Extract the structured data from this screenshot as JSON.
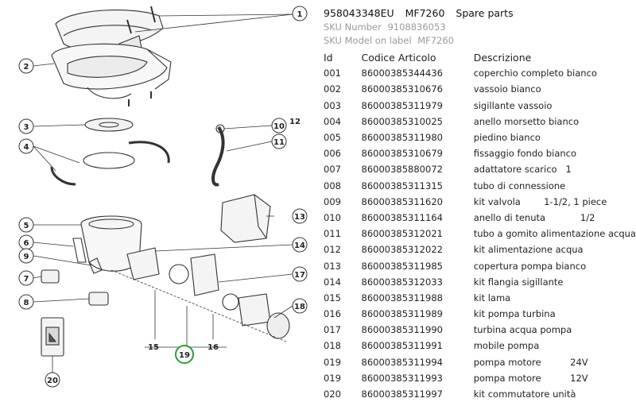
{
  "header": {
    "code": "958043348EU",
    "model": "MF7260",
    "subtitle": "Spare parts",
    "sku_number_label": "SKU Number",
    "sku_number": "9108836053",
    "sku_model_label": "SKU Model on label",
    "sku_model": "MF7260"
  },
  "table": {
    "columns": [
      "Id",
      "Codice Articolo",
      "Descrizione"
    ],
    "rows": [
      {
        "id": "001",
        "code": "86000385344436",
        "desc": "coperchio completo bianco"
      },
      {
        "id": "002",
        "code": "86000385310676",
        "desc": "vassoio bianco"
      },
      {
        "id": "003",
        "code": "86000385311979",
        "desc": "sigillante vassoio"
      },
      {
        "id": "004",
        "code": "86000385310025",
        "desc": "anello morsetto bianco"
      },
      {
        "id": "005",
        "code": "86000385311980",
        "desc": "piedino bianco"
      },
      {
        "id": "006",
        "code": "86000385310679",
        "desc": "fissaggio fondo bianco"
      },
      {
        "id": "007",
        "code": "86000385880072",
        "desc": "adattatore scarico   1"
      },
      {
        "id": "008",
        "code": "86000385311315",
        "desc": "tubo di connessione"
      },
      {
        "id": "009",
        "code": "86000385311620",
        "desc": "kit valvola        1-1/2, 1 piece"
      },
      {
        "id": "010",
        "code": "86000385311164",
        "desc": "anello di tenuta            1/2"
      },
      {
        "id": "011",
        "code": "86000385312021",
        "desc": "tubo a gomito alimentazione acqua"
      },
      {
        "id": "012",
        "code": "86000385312022",
        "desc": "kit alimentazione acqua"
      },
      {
        "id": "013",
        "code": "86000385311985",
        "desc": "copertura pompa bianco"
      },
      {
        "id": "014",
        "code": "86000385312033",
        "desc": "kit flangia sigillante"
      },
      {
        "id": "015",
        "code": "86000385311988",
        "desc": "kit lama"
      },
      {
        "id": "016",
        "code": "86000385311989",
        "desc": "kit pompa turbina"
      },
      {
        "id": "017",
        "code": "86000385311990",
        "desc": "turbina acqua pompa"
      },
      {
        "id": "018",
        "code": "86000385311991",
        "desc": "mobile pompa"
      },
      {
        "id": "019",
        "code": "86000385311994",
        "desc": "pompa motore          24V"
      },
      {
        "id": "019",
        "code": "86000385311993",
        "desc": "pompa motore          12V"
      },
      {
        "id": "020",
        "code": "86000385311997",
        "desc": "kit commutatore unità"
      }
    ]
  },
  "callouts": [
    "1",
    "2",
    "3",
    "4",
    "5",
    "6",
    "7",
    "8",
    "9",
    "10",
    "11",
    "12",
    "13",
    "14",
    "15",
    "16",
    "17",
    "18",
    "19",
    "20"
  ],
  "colors": {
    "highlight": "#2e9a3a",
    "line": "#333333",
    "sku_text": "#9a9a9a"
  }
}
